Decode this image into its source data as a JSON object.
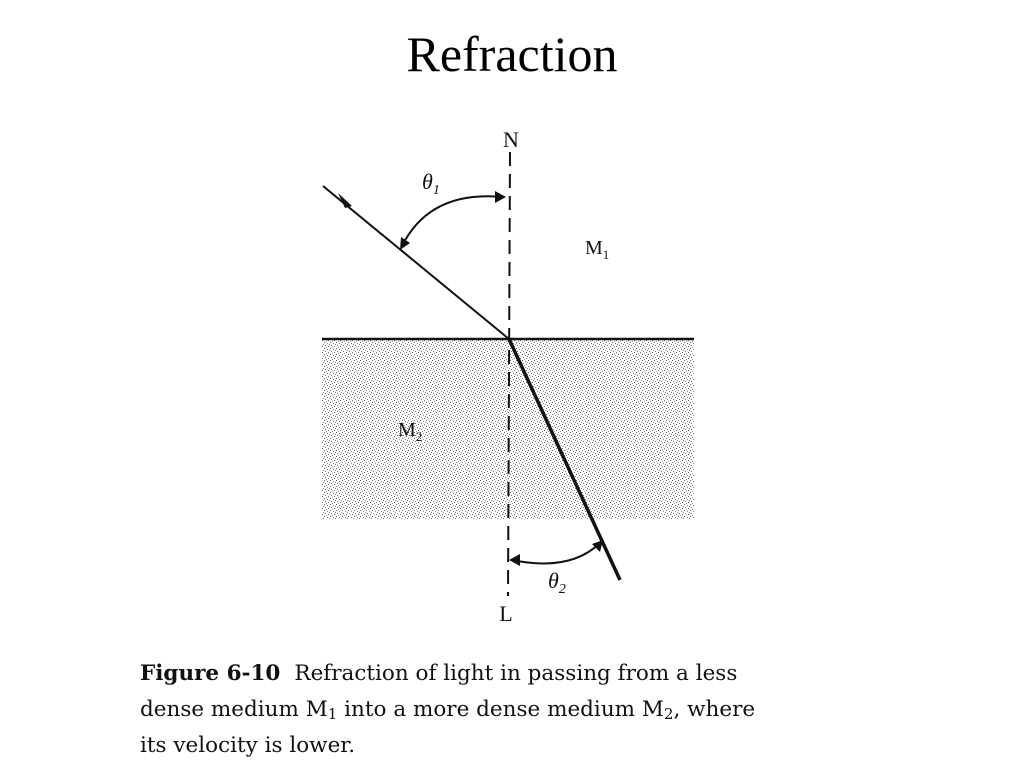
{
  "slide": {
    "title": "Refraction"
  },
  "diagram": {
    "normal_top_label": "N",
    "normal_bottom_label": "L",
    "medium_1": {
      "letter": "M",
      "sub": "1"
    },
    "medium_2": {
      "letter": "M",
      "sub": "2"
    },
    "angle_incident": {
      "symbol": "θ",
      "sub": "1"
    },
    "angle_refracted": {
      "symbol": "θ",
      "sub": "2"
    }
  },
  "caption": {
    "label": "Figure 6-10",
    "line1_text": "Refraction of light in passing from a less",
    "line2_a": "dense medium M",
    "line2_sub1": "1",
    "line2_b": " into a more dense medium M",
    "line2_sub2": "2",
    "line2_c": ", where",
    "line3": "its velocity is lower."
  }
}
